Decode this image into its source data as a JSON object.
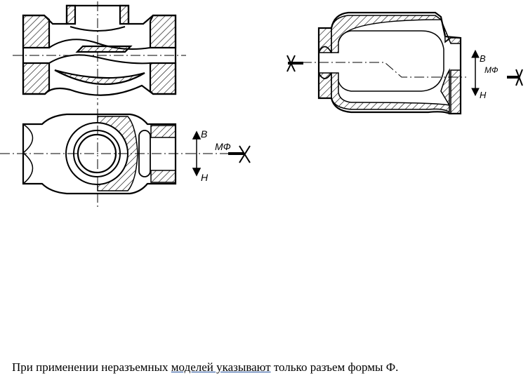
{
  "figure": {
    "mark_upper": "В",
    "mark_lower": "Н",
    "parting_label": "МФ"
  },
  "caption": {
    "part1": "При применении неразъемных ",
    "part2": "моделей  указывают",
    "part3": "  только разъем формы  Ф."
  }
}
